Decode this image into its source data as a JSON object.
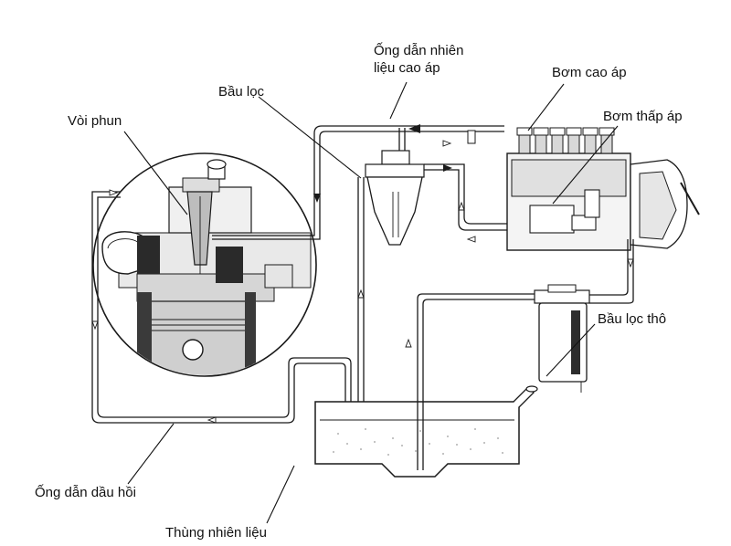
{
  "labels": {
    "high_pressure_line": "Ống dẫn nhiên\nliệu cao áp",
    "injection_pump": "Bơm cao áp",
    "fuel_filter": "Bầu lọc",
    "injector": "Vòi phun",
    "feed_pump": "Bơm thấp áp",
    "coarse_filter": "Bầu lọc thô",
    "return_line": "Ống dẫn dầu hồi",
    "fuel_tank": "Thùng nhiên liệu"
  },
  "icons": {
    "flow_arrow": "arrow-icon",
    "hollow_flow_arrow": "hollow-arrow-icon"
  }
}
